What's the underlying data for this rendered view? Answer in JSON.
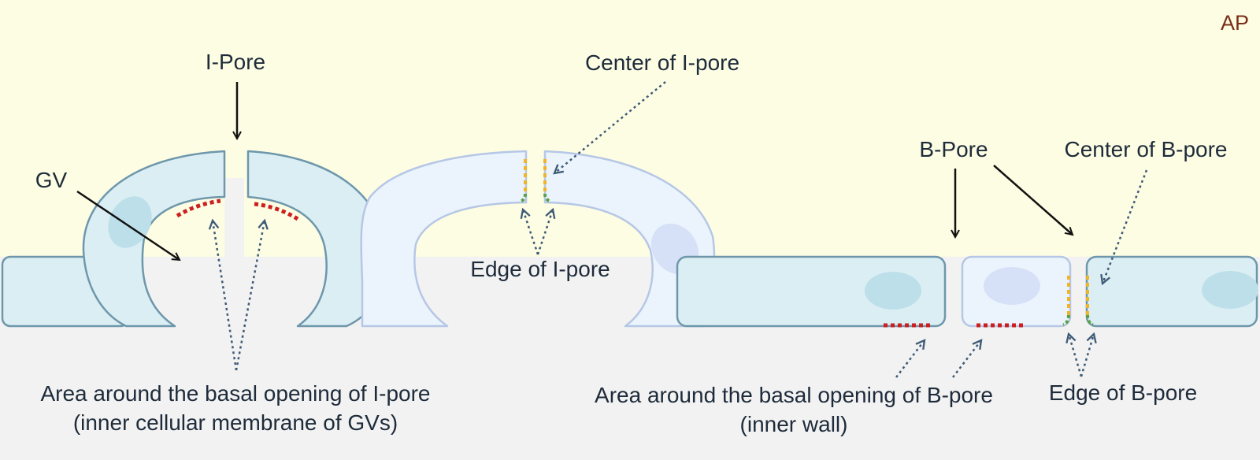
{
  "region_label": "AP",
  "colors": {
    "apical_bg": "#fdfde3",
    "basal_bg": "#f2f2f2",
    "cell_fill_dark": "#dbeef3",
    "cell_stroke_dark": "#6e97ab",
    "cell_fill_light": "#ebf4fc",
    "cell_stroke_light": "#b6c7e6",
    "nucleus_dark": "#bddfea",
    "nucleus_light": "#d6e1f7",
    "area_marker": "#cc1f1f",
    "center_marker": "#f0b429",
    "edge_marker": "#5aa048",
    "solid_arrow": "#111111",
    "dotted_arrow": "#3f5b77"
  },
  "labels": {
    "i_pore": "I-Pore",
    "gv": "GV",
    "center_i_pore": "Center of I-pore",
    "edge_i_pore": "Edge of I-pore",
    "area_i_pore_line1": "Area around the basal opening of I-pore",
    "area_i_pore_line2": "(inner cellular membrane of GVs)",
    "b_pore": "B-Pore",
    "center_b_pore": "Center of B-pore",
    "edge_b_pore": "Edge of B-pore",
    "area_b_pore_line1": "Area around the basal opening of B-pore",
    "area_b_pore_line2": "(inner wall)"
  }
}
